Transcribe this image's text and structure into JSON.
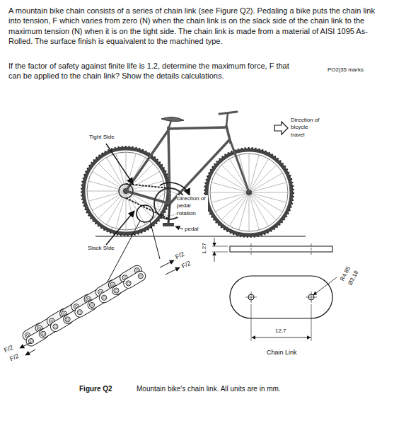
{
  "diagram": {
    "caption": "Figure Q2",
    "labels": [
      "A mountain bike chain consists of a series of chain link (see Figure Q2). Pedaling a bike puts the chain link into tension, F which varies from zero (N) when the chain link is on the slack side of the chain link to the maximum tension (N) when it is on the tight side. The chain link is made from a material of AISI 1095 As-Rolled. The surface finish is equaivalent to the machined type.",
      "If the factor of safety against finite life is 1.2, determine the maximum force, F that can be applied to the chain link? Show the details calculations.",
      "PO2|35 marks",
      "Tight Side",
      "Direction of bicycle travel",
      "Direction of pedal rotation",
      "pedal",
      "Slack Side",
      "F/2",
      "F/2",
      "F/2",
      "F/2",
      "1.27",
      "R4.85",
      "Ø3.18",
      "12.7",
      "Chain Link",
      "Mountain bike's chain link. All units are in mm."
    ]
  }
}
